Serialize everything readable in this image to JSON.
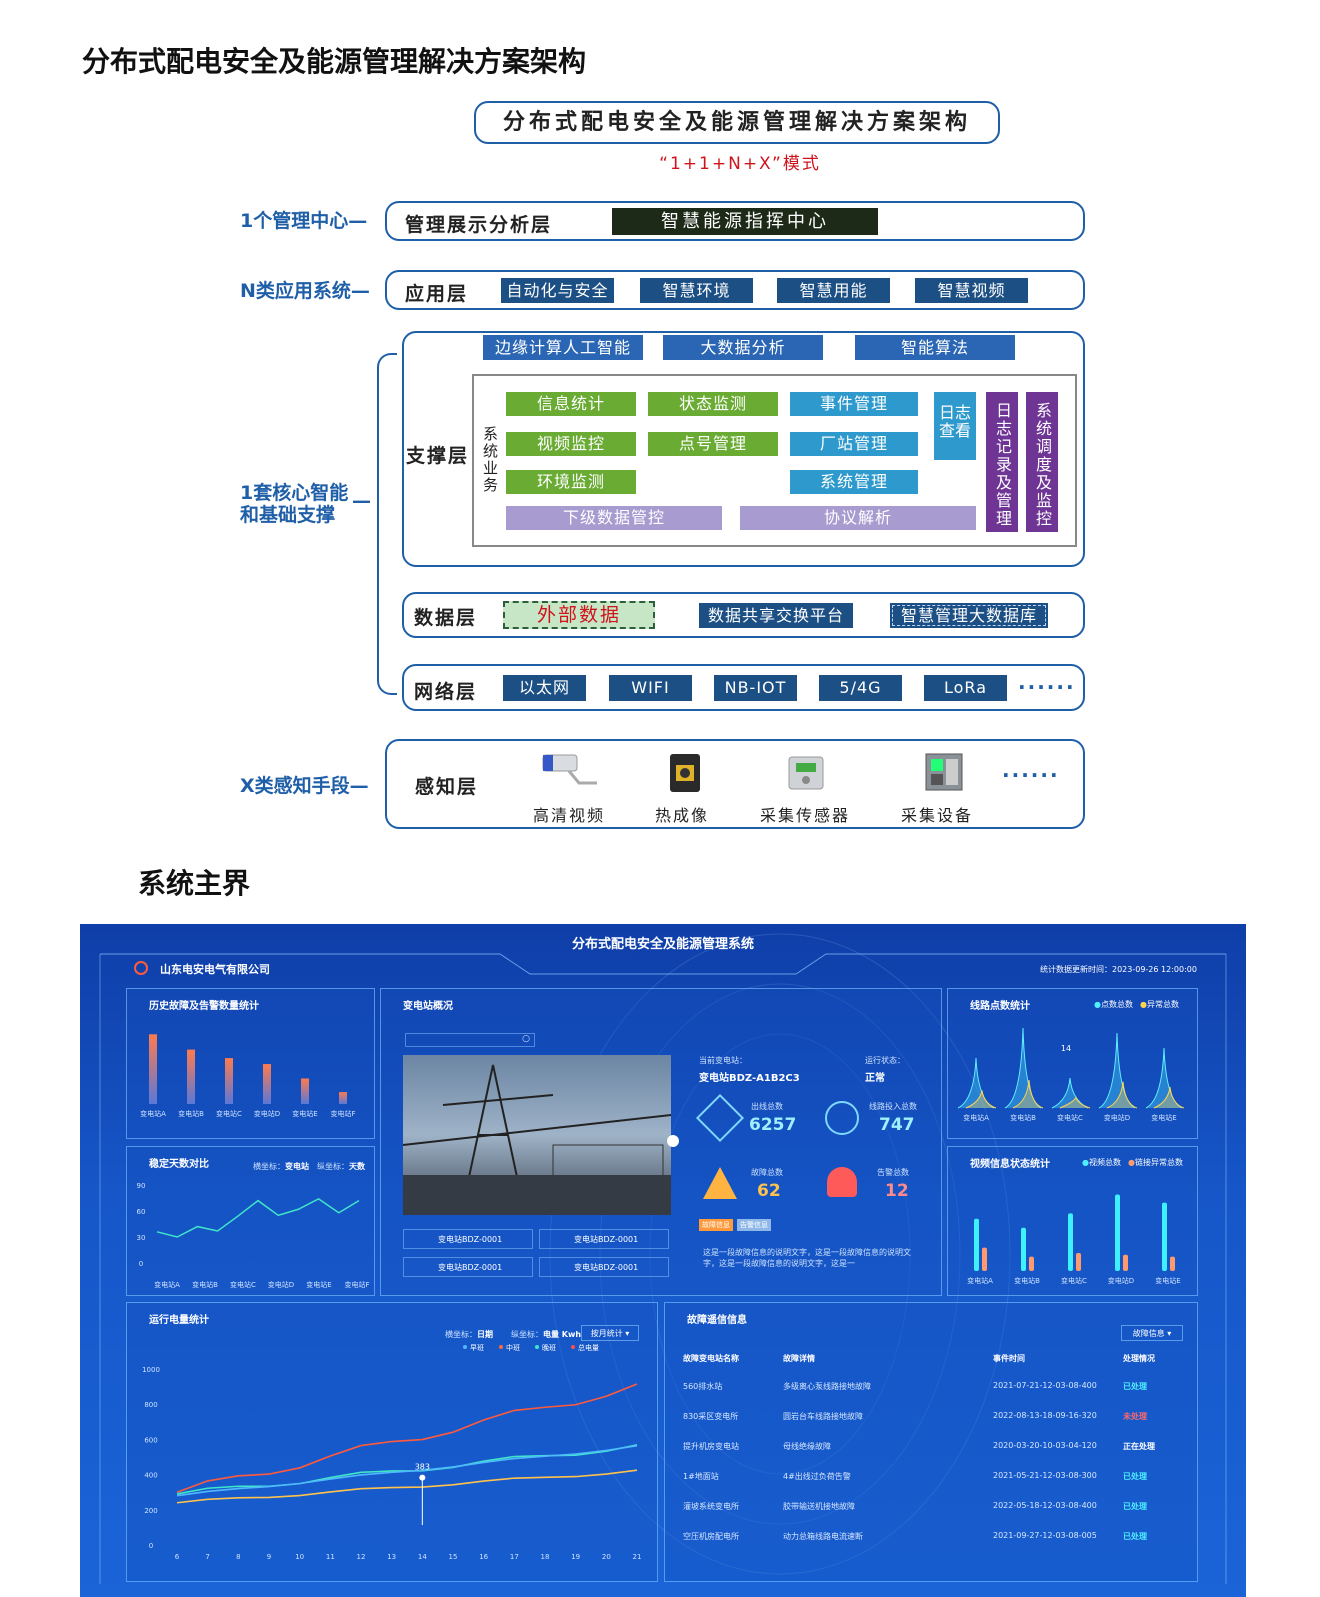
{
  "heading": "分布式配电安全及能源管理解决方案架构",
  "diagram": {
    "title": "分布式配电安全及能源管理解决方案架构",
    "subtitle": "“1+1+N+X”模式",
    "side_labels": {
      "center": "1个管理中心—",
      "apps": "N类应用系统—",
      "core_line1": "1套核心智能",
      "core_line2": "和基础支撑",
      "core_dash": "—",
      "sense": "X类感知手段—"
    },
    "layers": {
      "management": {
        "name": "管理展示分析层",
        "items": [
          "智慧能源指挥中心"
        ]
      },
      "application": {
        "name": "应用层",
        "items": [
          "自动化与安全",
          "智慧环境",
          "智慧用能",
          "智慧视频"
        ]
      },
      "support": {
        "name": "支撑层",
        "top": [
          "边缘计算人工智能",
          "大数据分析",
          "智能算法"
        ],
        "biz_label": "系统业务",
        "green": [
          "信息统计",
          "状态监测",
          "视频监控",
          "点号管理",
          "环境监测"
        ],
        "teal": [
          "事件管理",
          "厂站管理",
          "系统管理"
        ],
        "log_view": "日志查看",
        "log_record": "日志记录及管理",
        "dispatch": "系统调度及监控",
        "bottom": [
          "下级数据管控",
          "协议解析"
        ]
      },
      "data": {
        "name": "数据层",
        "external": "外部数据",
        "items": [
          "数据共享交换平台",
          "智慧管理大数据库"
        ]
      },
      "network": {
        "name": "网络层",
        "items": [
          "以太网",
          "WIFI",
          "NB-IOT",
          "5/4G",
          "LoRa"
        ],
        "more": "······"
      },
      "sensing": {
        "name": "感知层",
        "items": [
          "高清视频",
          "热成像",
          "采集传感器",
          "采集设备"
        ],
        "more": "······"
      }
    }
  },
  "section2": "系统主界",
  "dashboard": {
    "title": "分布式配电安全及能源管理系统",
    "company": "山东电安电气有限公司",
    "update": "统计数据更新时间：2023-09-26  12:00:00",
    "panels": {
      "history": {
        "title": "历史故障及告警数量统计",
        "categories": [
          "变电站A",
          "变电站B",
          "变电站C",
          "变电站D",
          "变电站E",
          "变电站F"
        ],
        "values": [
          82,
          64,
          54,
          47,
          30,
          14
        ]
      },
      "stable": {
        "title": "稳定天数对比",
        "legend_x": "横坐标：",
        "legend_x_val": "变电站",
        "legend_y": "纵坐标：",
        "legend_y_val": "天数",
        "yticks": [
          "90",
          "60",
          "30",
          "0"
        ],
        "categories": [
          "变电站A",
          "变电站B",
          "变电站C",
          "变电站D",
          "变电站E",
          "变电站F"
        ],
        "values": [
          36,
          30,
          42,
          37,
          54,
          72,
          55,
          62,
          74,
          58,
          72
        ]
      },
      "overview": {
        "title": "变电站概况",
        "current_label": "当前变电站：",
        "current": "变电站BDZ-A1B2C3",
        "state_label": "运行状态：",
        "state": "正常",
        "stats": [
          {
            "label": "出线总数",
            "value": "6257"
          },
          {
            "label": "线路投入总数",
            "value": "747"
          },
          {
            "label": "故障总数",
            "value": "62"
          },
          {
            "label": "告警总数",
            "value": "12"
          }
        ],
        "tabs": [
          "故障信息",
          "告警信息"
        ],
        "desc": "这是一段故障信息的说明文字，这是一段故障信息的说明文字，这是一段故障信息的说明文字，这是一",
        "stations": [
          "变电站BDZ-0001",
          "变电站BDZ-0001",
          "变电站BDZ-0001",
          "变电站BDZ-0001"
        ]
      },
      "points": {
        "title": "线路点数统计",
        "legend": [
          "点数总数",
          "异常总数"
        ],
        "categories": [
          "变电站A",
          "变电站B",
          "变电站C",
          "变电站D",
          "变电站E"
        ],
        "peak_label": "14"
      },
      "video": {
        "title": "视频信息状态统计",
        "legend": [
          "视频总数",
          "链接异常总数"
        ],
        "categories": [
          "变电站A",
          "变电站B",
          "变电站C",
          "变电站D",
          "变电站E"
        ],
        "values": [
          58,
          48,
          64,
          85,
          76
        ],
        "errors": [
          26,
          16,
          20,
          18,
          16
        ]
      },
      "power": {
        "title": "运行电量统计",
        "legend_x": "横坐标：",
        "legend_x_val": "日期",
        "legend_y": "纵坐标：",
        "legend_y_val": "电量 Kwh",
        "select": "按月统计",
        "series_names": [
          "早班",
          "中班",
          "晚班",
          "总电量"
        ],
        "yticks": [
          "1000",
          "800",
          "600",
          "400",
          "200",
          "0"
        ],
        "x": [
          "6",
          "7",
          "8",
          "9",
          "10",
          "11",
          "12",
          "13",
          "14",
          "15",
          "16",
          "17",
          "18",
          "19",
          "20",
          "21"
        ],
        "marker": "383"
      },
      "faults": {
        "title": "故障遥信信息",
        "select": "故障信息",
        "columns": [
          "故障变电站名称",
          "故障详情",
          "事件时间",
          "处理情况"
        ],
        "rows": [
          [
            "560排水站",
            "多级离心泵线路接地故障",
            "2021-07-21-12-03-08-400",
            "已处理"
          ],
          [
            "830采区变电所",
            "圆岩台车线路接地故障",
            "2022-08-13-18-09-16-320",
            "未处理"
          ],
          [
            "提升机房变电站",
            "母线绝缘故障",
            "2020-03-20-10-03-04-120",
            "正在处理"
          ],
          [
            "1#地面站",
            "4#出线过负荷告警",
            "2021-05-21-12-03-08-300",
            "已处理"
          ],
          [
            "灌坡系统变电所",
            "胶带输送机接地故障",
            "2022-05-18-12-03-08-400",
            "已处理"
          ],
          [
            "空压机房配电所",
            "动力总箱线路电流速断",
            "2021-09-27-12-03-08-005",
            "已处理"
          ]
        ]
      }
    }
  }
}
